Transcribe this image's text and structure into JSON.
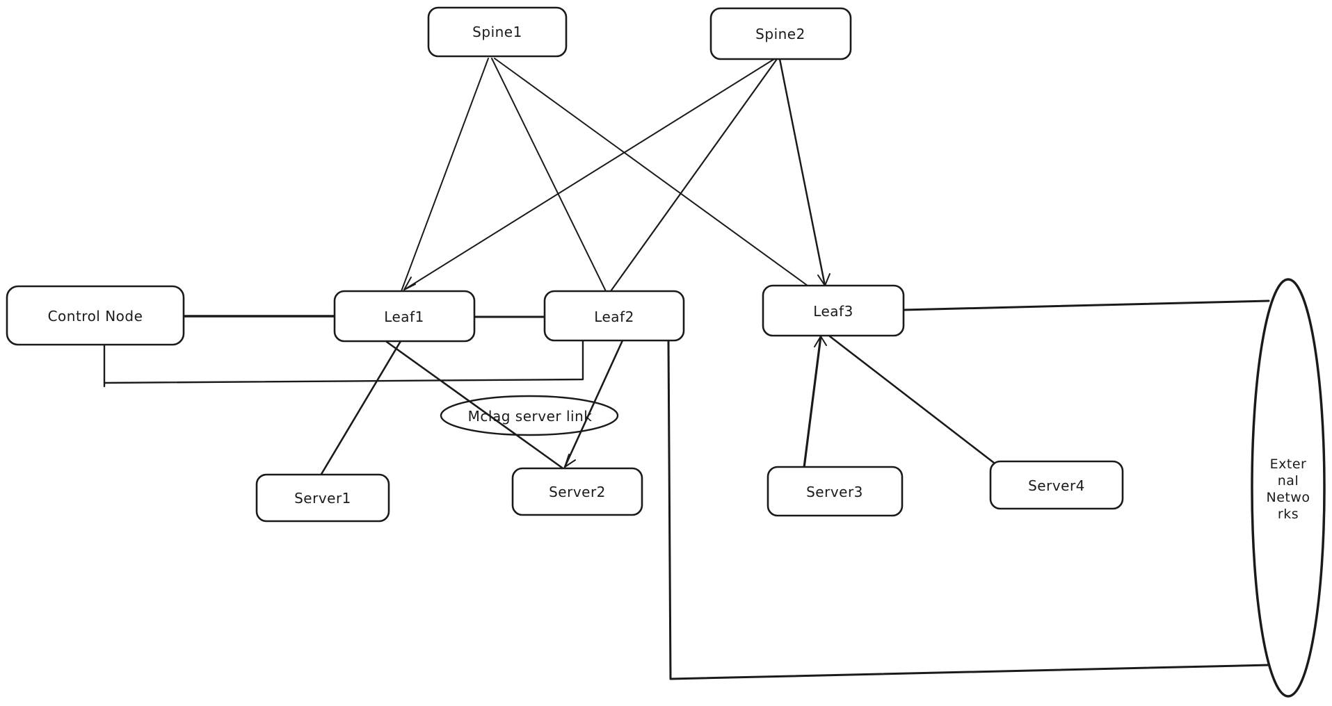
{
  "canvas": {
    "background_color": "#ffffff",
    "stroke_color": "#1a1a1a",
    "style": "hand-drawn whiteboard diagram"
  },
  "nodes": {
    "spine1": {
      "label": "Spine1",
      "shape": "rectangle"
    },
    "spine2": {
      "label": "Spine2",
      "shape": "rectangle"
    },
    "control_node": {
      "label": "Control Node",
      "shape": "rectangle"
    },
    "leaf1": {
      "label": "Leaf1",
      "shape": "rectangle"
    },
    "leaf2": {
      "label": "Leaf2",
      "shape": "rectangle"
    },
    "leaf3": {
      "label": "Leaf3",
      "shape": "rectangle"
    },
    "server1": {
      "label": "Server1",
      "shape": "rectangle"
    },
    "server2": {
      "label": "Server2",
      "shape": "rectangle"
    },
    "server3": {
      "label": "Server3",
      "shape": "rectangle"
    },
    "server4": {
      "label": "Server4",
      "shape": "rectangle"
    },
    "mclag": {
      "label": "Mclag server link",
      "shape": "ellipse"
    },
    "external_networks": {
      "label": "External Networks",
      "label_lines": [
        "Exter",
        "nal",
        "Netwo",
        "rks"
      ],
      "shape": "ellipse"
    }
  },
  "edges": [
    {
      "from": "spine1",
      "to": "leaf1"
    },
    {
      "from": "spine1",
      "to": "leaf2"
    },
    {
      "from": "spine1",
      "to": "leaf3"
    },
    {
      "from": "spine2",
      "to": "leaf1"
    },
    {
      "from": "spine2",
      "to": "leaf2"
    },
    {
      "from": "spine2",
      "to": "leaf3"
    },
    {
      "from": "control_node",
      "to": "leaf1"
    },
    {
      "from": "control_node",
      "to": "leaf2"
    },
    {
      "from": "leaf1",
      "to": "leaf2"
    },
    {
      "from": "leaf1",
      "to": "server1"
    },
    {
      "from": "leaf1",
      "to": "server2"
    },
    {
      "from": "leaf2",
      "to": "server2"
    },
    {
      "from": "leaf2",
      "to": "external_networks"
    },
    {
      "from": "leaf3",
      "to": "external_networks"
    },
    {
      "from": "leaf3",
      "to": "server3"
    },
    {
      "from": "leaf3",
      "to": "server4"
    }
  ]
}
